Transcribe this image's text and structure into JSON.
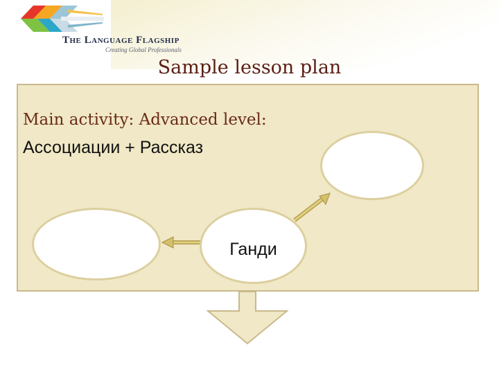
{
  "header": {
    "logo_name": "The Language Flagship",
    "logo_tagline": "Creating Global Professionals",
    "logo_colors": [
      "#e6362c",
      "#f5a623",
      "#7dc242",
      "#2aa7c9",
      "#9cc6d8"
    ]
  },
  "slide": {
    "title": "Sample lesson plan",
    "activity_label": "Main activity: Advanced level:",
    "activity_title": "Ассоциации + Рассказ"
  },
  "diagram": {
    "nodes": {
      "left": "",
      "center": "Ганди",
      "right": ""
    },
    "colors": {
      "panel": "#f0e8c6",
      "panel_border": "#c9b98b",
      "arrow": "#d9c777",
      "node_border": "#dccf9f"
    }
  }
}
